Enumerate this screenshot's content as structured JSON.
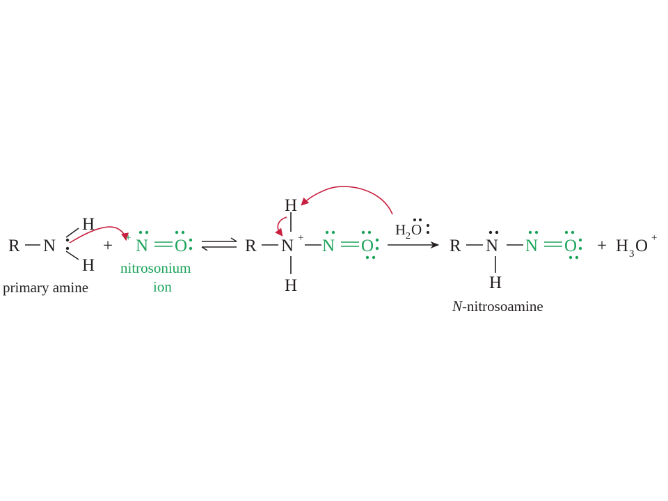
{
  "colors": {
    "ink": "#231f20",
    "nitroso": "#1ba35a",
    "arrow": "#c8203f"
  },
  "atoms": {
    "r": "R",
    "n": "N",
    "h": "H",
    "o": "O",
    "plus": "+",
    "two": "2",
    "three": "3"
  },
  "labels": {
    "primary_amine": "primary amine",
    "nitrosonium_1": "nitrosonium",
    "nitrosonium_2": "ion",
    "reagent_h": "H",
    "reagent_sub": "2",
    "reagent_o": "O",
    "product_italic": "N",
    "product_rest": "-nitrosoamine"
  }
}
